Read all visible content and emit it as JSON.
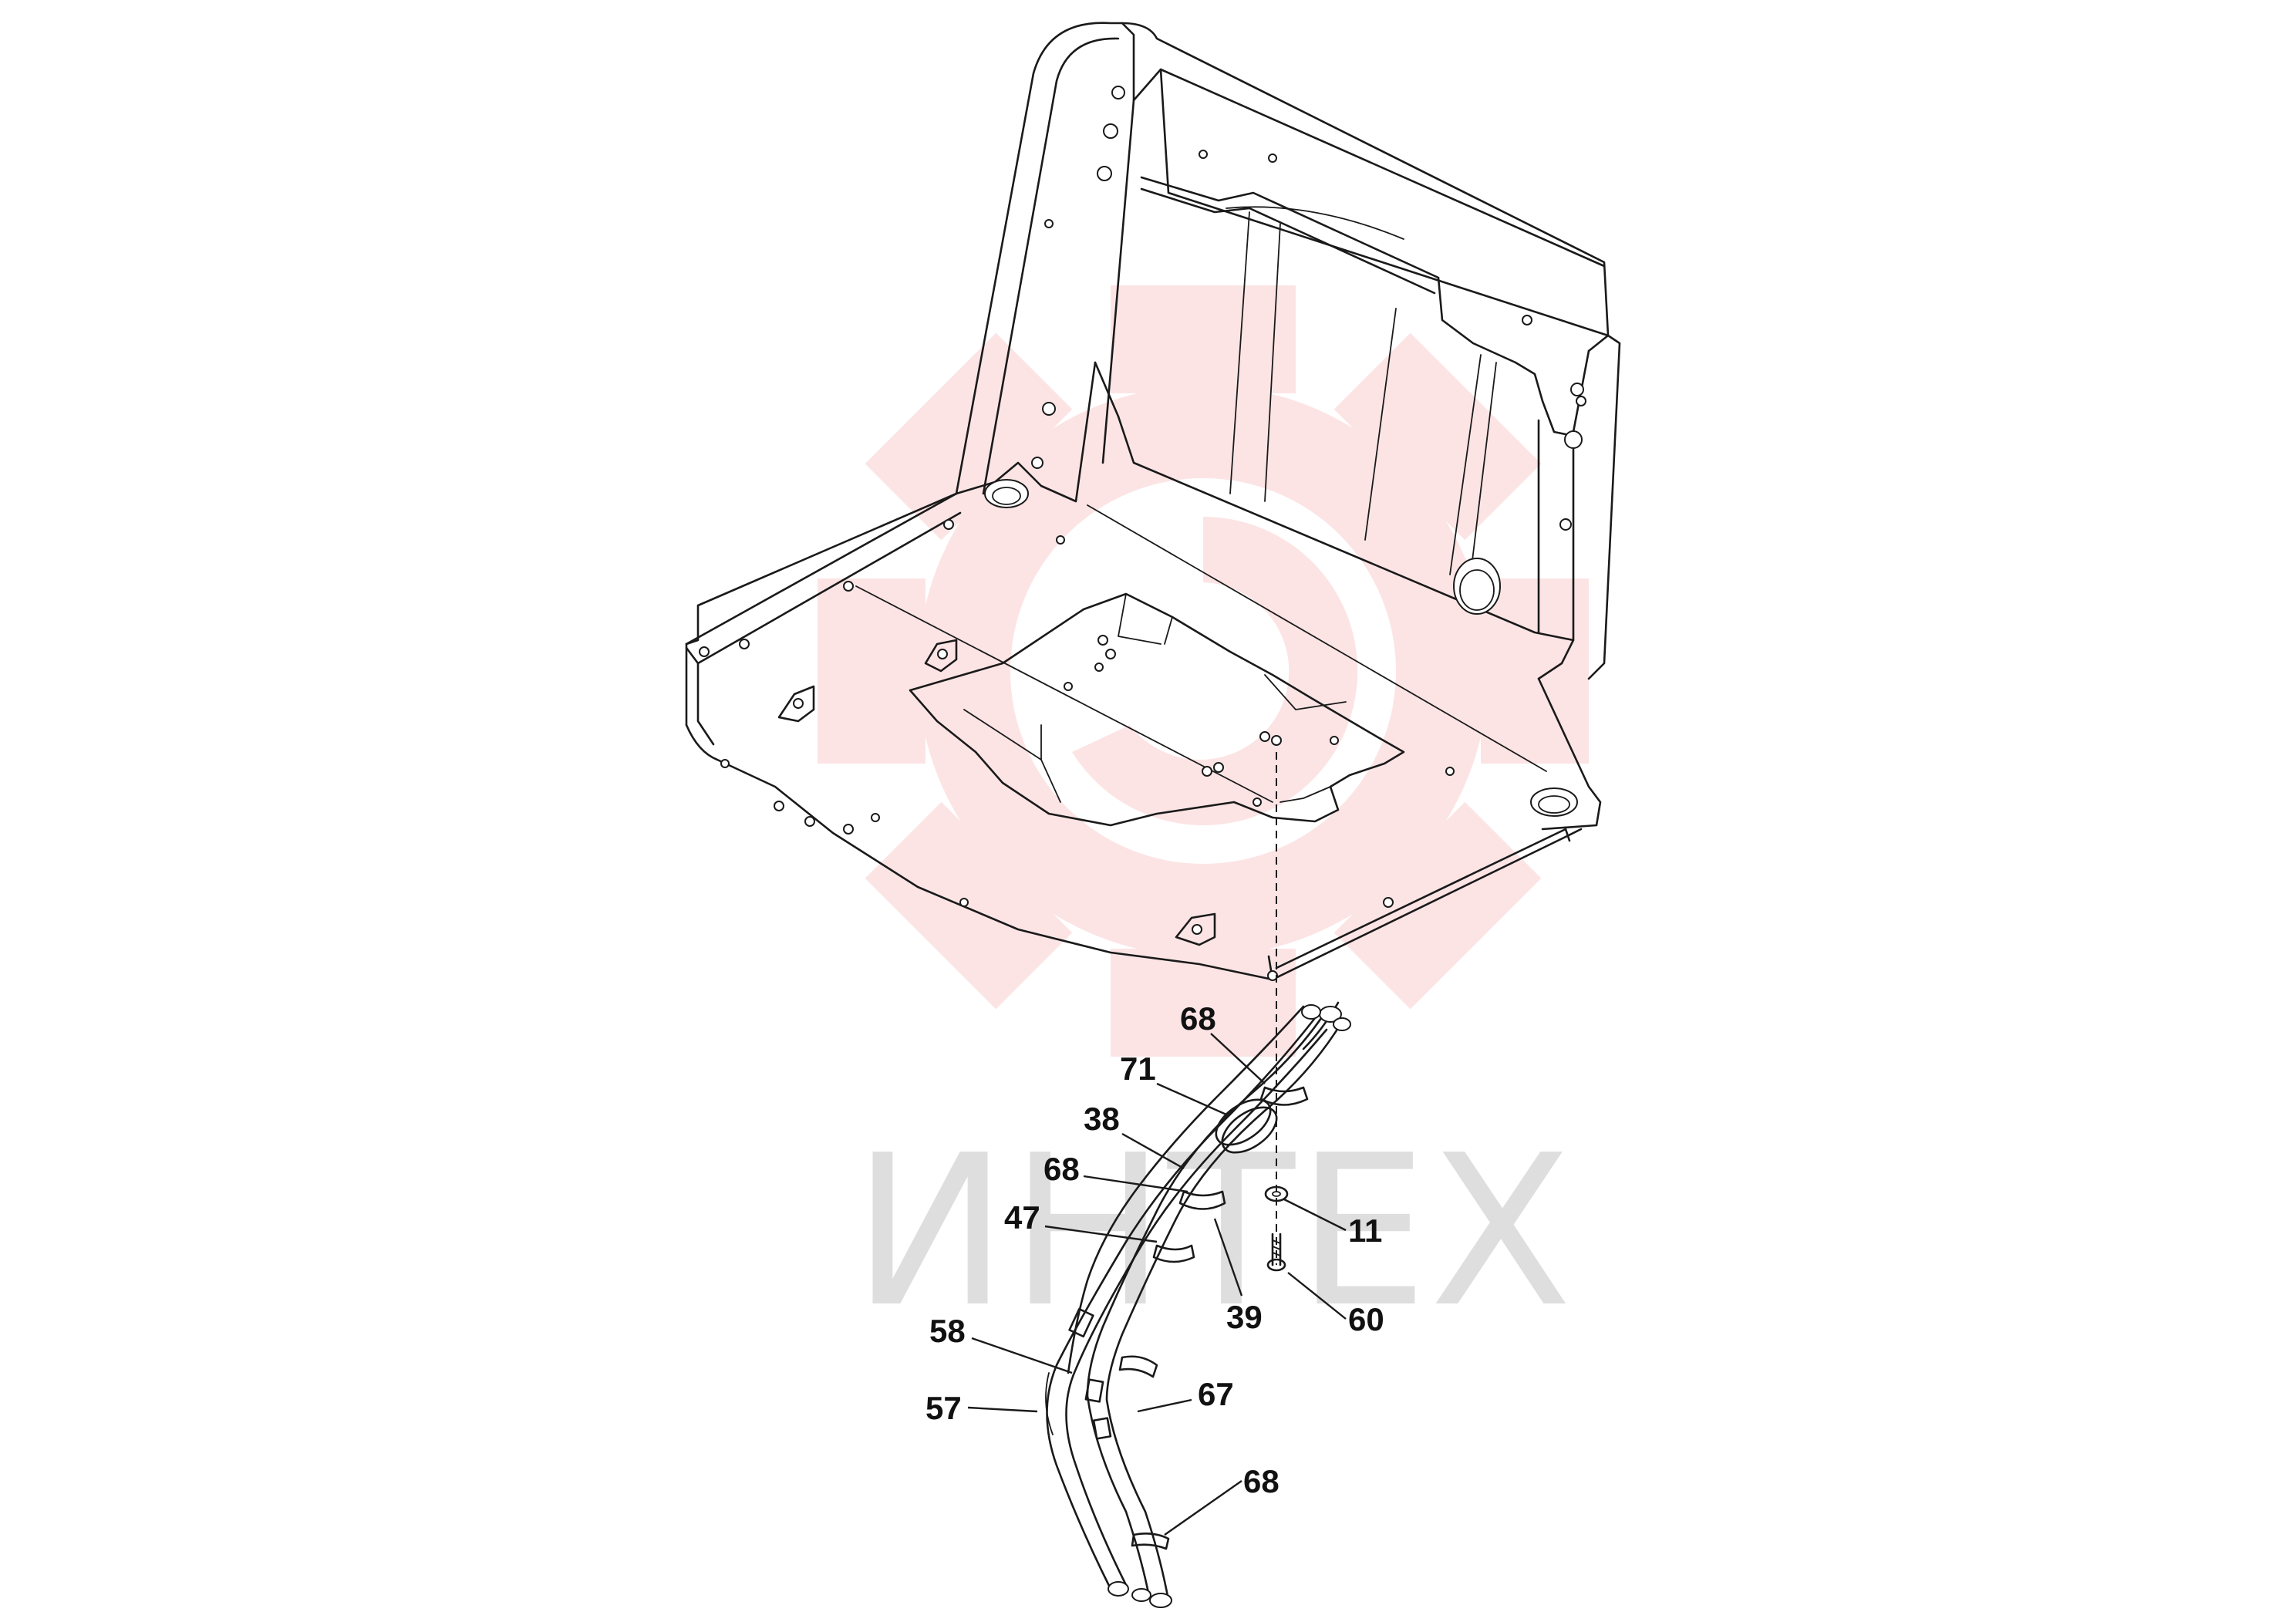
{
  "watermark": {
    "text": "ИНТЕХ",
    "gear_color": "#e9343b",
    "text_color": "#d4d4d4"
  },
  "callouts": [
    {
      "id": "c68a",
      "label": "68"
    },
    {
      "id": "c71",
      "label": "71"
    },
    {
      "id": "c38",
      "label": "38"
    },
    {
      "id": "c68b",
      "label": "68"
    },
    {
      "id": "c47",
      "label": "47"
    },
    {
      "id": "c11",
      "label": "11"
    },
    {
      "id": "c39",
      "label": "39"
    },
    {
      "id": "c60",
      "label": "60"
    },
    {
      "id": "c58",
      "label": "58"
    },
    {
      "id": "c57",
      "label": "57"
    },
    {
      "id": "c67",
      "label": "67"
    },
    {
      "id": "c68c",
      "label": "68"
    }
  ]
}
